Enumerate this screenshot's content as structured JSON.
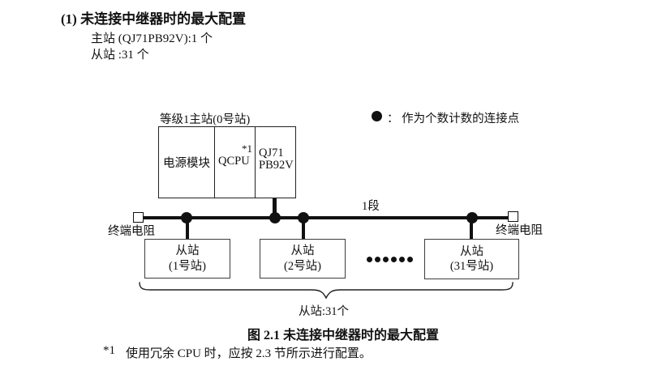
{
  "heading": {
    "title": "(1) 未连接中继器时的最大配置",
    "master_line": "主站 (QJ71PB92V):1 个",
    "slave_line": "从站 :31 个"
  },
  "diagram": {
    "master": {
      "label": "等级1主站(0号站)",
      "cells": {
        "power": "电源模块",
        "cpu": "QCPU",
        "cpu_note": "*1",
        "network_line1": "QJ71",
        "network_line2": "PB92V"
      }
    },
    "legend": {
      "text": "：  作为个数计数的连接点"
    },
    "segment_label": "1段",
    "terminator_left_label": "终端电阻",
    "terminator_right_label": "终端电阻",
    "slaves": [
      {
        "line1": "从站",
        "line2": "(1号站)"
      },
      {
        "line1": "从站",
        "line2": "(2号站)"
      },
      {
        "line1": "从站",
        "line2": "(31号站)"
      }
    ],
    "brace_label": "从站:31个"
  },
  "caption": "图 2.1 未连接中继器时的最大配置",
  "footnote": {
    "marker": "*1",
    "text": "使用冗余 CPU 时，应按 2.3 节所示进行配置。"
  }
}
